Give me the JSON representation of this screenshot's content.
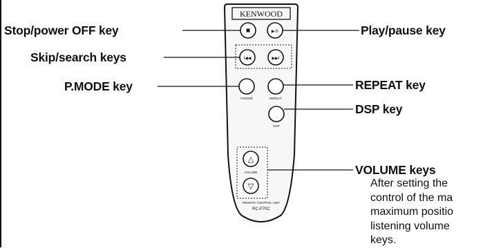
{
  "remote": {
    "brand": "KENWOOD",
    "model": "RC-P70C",
    "caption": "REMOTE CONTROL UNIT",
    "buttons": {
      "stop": "■",
      "play_pause": "▶/II",
      "skip_back": "I◀◀",
      "skip_forward": "▶▶I",
      "pmode": "P.MODE",
      "repeat": "REPEAT",
      "dsp": "DSP",
      "volume": "VOLUME",
      "vol_up": "△",
      "vol_down": "▽"
    }
  },
  "labels": {
    "stop_power": "Stop/power OFF key",
    "skip_search": "Skip/search keys",
    "pmode": "P.MODE key",
    "play_pause": "Play/pause key",
    "repeat": "REPEAT key",
    "dsp": "DSP key",
    "volume": "VOLUME keys"
  },
  "volume_note": "After setting the\ncontrol of the ma\nmaximum positio\nlistening volume\nkeys."
}
